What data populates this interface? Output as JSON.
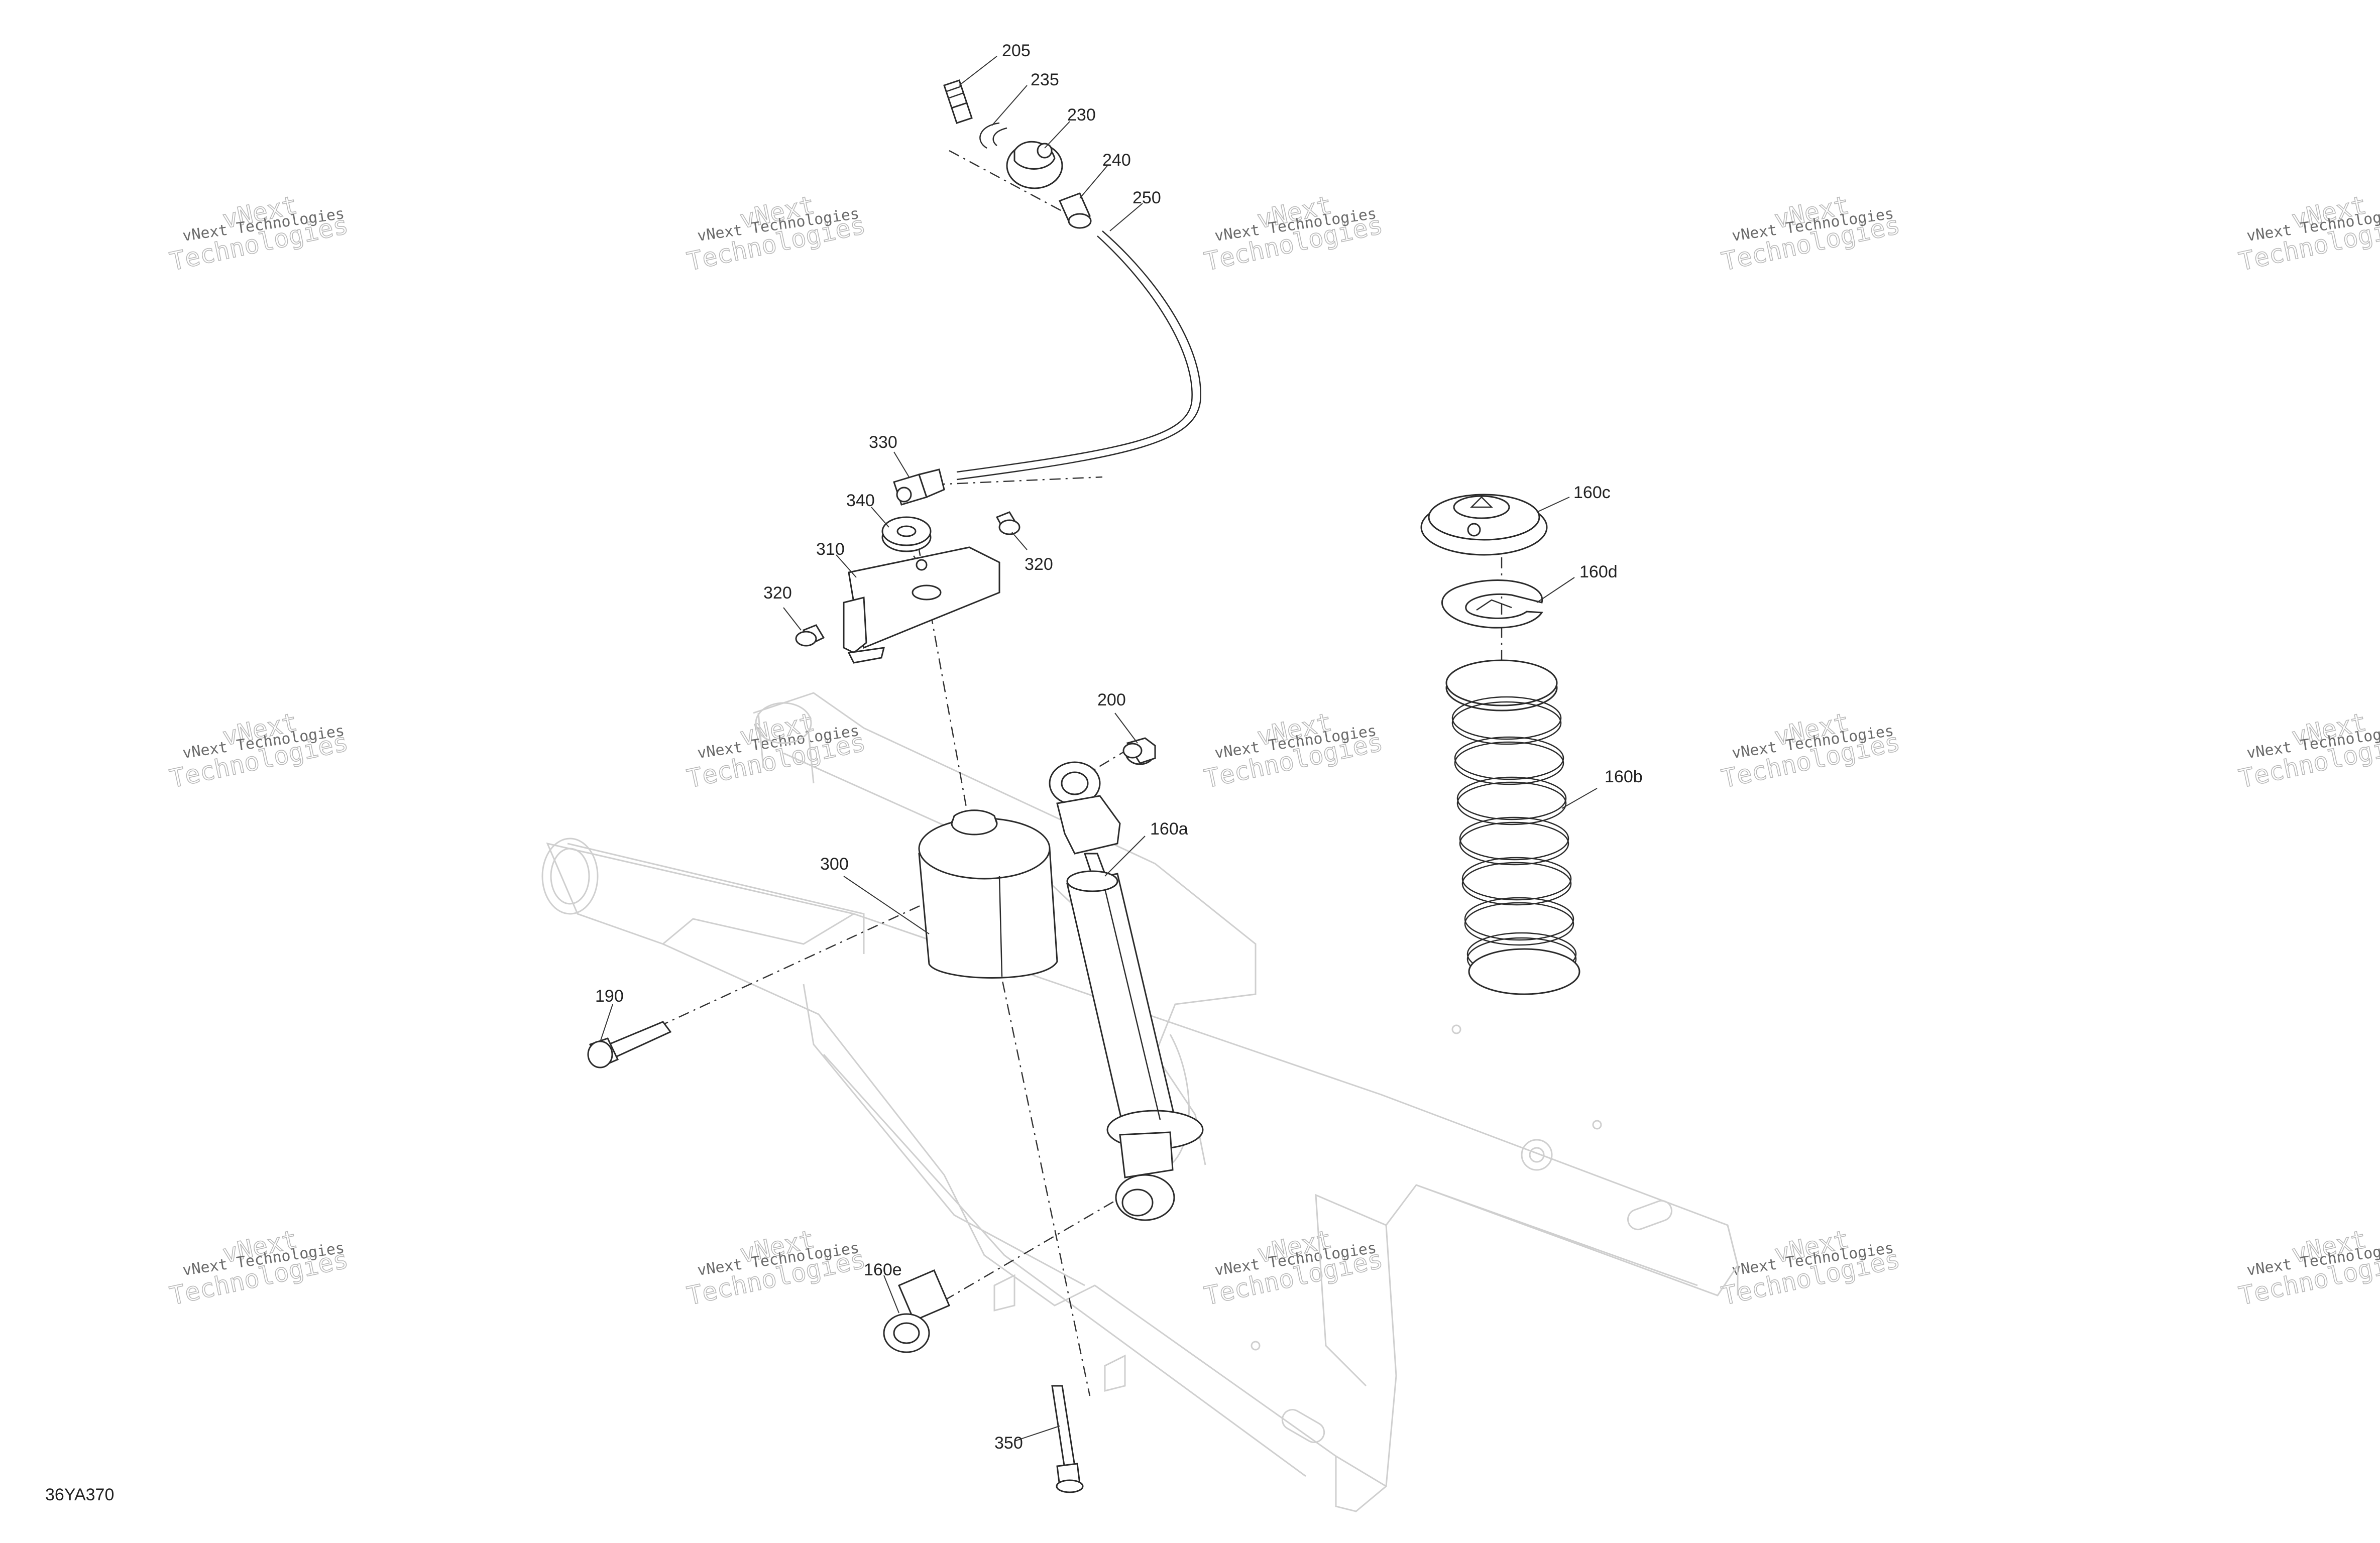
{
  "diagram_code": "36YA370",
  "watermark": {
    "line1": "vNext Technologies",
    "line2": "vNext",
    "line3": "Technologies"
  },
  "callouts": {
    "c205": "205",
    "c235": "235",
    "c230": "230",
    "c240": "240",
    "c250": "250",
    "c330": "330",
    "c340": "340",
    "c310": "310",
    "c320a": "320",
    "c320b": "320",
    "c200": "200",
    "c160a": "160a",
    "c160b": "160b",
    "c160c": "160c",
    "c160d": "160d",
    "c160e": "160e",
    "c300": "300",
    "c190": "190",
    "c350": "350"
  }
}
